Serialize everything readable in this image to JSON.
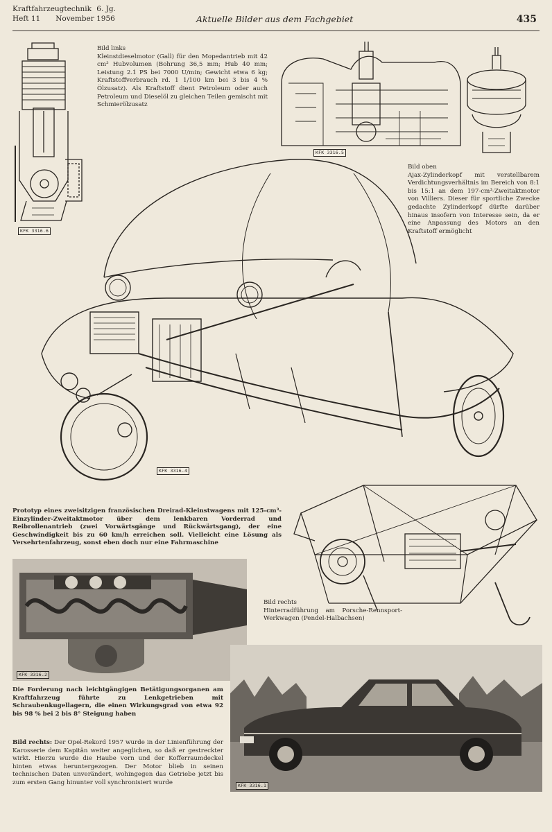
{
  "header": {
    "journal": "Kraftfahrzeugtechnik",
    "volume": "6. Jg.",
    "issue": "Heft 11",
    "date": "November 1956",
    "section": "Aktuelle Bilder aus dem Fachgebiet",
    "page_number": "435"
  },
  "captions": {
    "engine_gall": {
      "label": "Bild links",
      "text": "Kleinstdieselmotor (Gall) für den Mopedantrieb mit 42 cm³ Hubvolumen (Bohrung 36,5 mm; Hub 40 mm; Leistung 2.1 PS bei 7000 U/min; Gewicht etwa 6 kg; Kraftstoffverbrauch rd. 1 1/100 km bei 3 bis 4 % Ölzusatz). Als Kraftstoff dient Petroleum oder auch Petroleum und Dieselöl zu gleichen Teilen gemischt mit Schmierölzusatz"
    },
    "ajax_head": {
      "label": "Bild oben",
      "text": "Ajax-Zylinderkopf mit verstellbarem Verdichtungsverhältnis im Bereich von 8:1 bis 15:1 an dem 197-cm³-Zweitaktmotor von Villiers. Dieser für sportliche Zwecke gedachte Zylinderkopf dürfte darüber hinaus insofern von Interesse sein, da er eine Anpassung des Motors an den Kraftstoff ermöglicht"
    },
    "tricycle": {
      "text": "Prototyp eines zweisitzigen französischen Dreirad-Kleinstwagens mit 125-cm³-Einzylinder-Zweitaktmotor über dem lenkbaren Vorderrad und Reibrollenantrieb (zwei Vorwärtsgänge und Rückwärtsgang), der eine Geschwindigkeit bis zu 60 km/h erreichen soll. Vielleicht eine Lösung als Versehrtenfahrzeug, sonst eben doch nur eine Fahrmaschine"
    },
    "porsche": {
      "label": "Bild rechts",
      "text": "Hinterradführung am Porsche-Rennsport-Werkwagen (Pendel-Halbachsen)"
    },
    "steering": {
      "text": "Die Forderung nach leichtgängigen Betätigungsorganen am Kraftfahrzeug führte zu Lenkgetrieben mit Schraubenkugellagern, die einen Wirkungsgrad von etwa 92 bis 98 % bei 2 bis 8° Steigung haben"
    },
    "opel": {
      "label": "Bild rechts:",
      "text": "Der Opel-Rekord 1957 wurde in der Linienführung der Karosserie dem Kapitän weiter angeglichen, so daß er gestreckter wirkt. Hierzu wurde die Haube vorn und der Kofferraumdeckel hinten etwas heruntergezogen. Der Motor blieb in seinen technischen Daten unverändert, wohingegen das Getriebe jetzt bis zum ersten Gang hinunter voll synchronisiert wurde"
    }
  },
  "figure_tags": {
    "engine": "KFK 3316.6",
    "ajax": "KFK 3316.5",
    "tricycle": "KFK 3316.4",
    "steering": "KFK 3316.2",
    "opel": "KFK 3316.1"
  },
  "colors": {
    "paper": "#efe9dc",
    "ink": "#2a2622",
    "photo_dark": "#3b3733"
  }
}
